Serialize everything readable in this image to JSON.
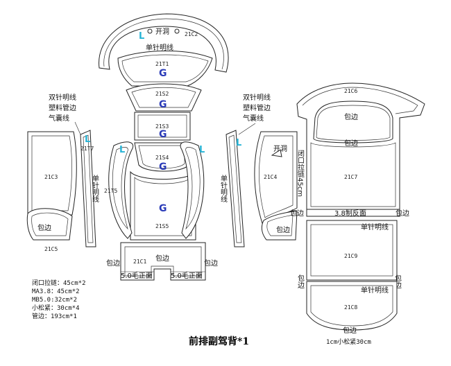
{
  "title": "前排副驾背*1",
  "colors": {
    "mark_g": "#2a3bb8",
    "mark_l": "#27b4d6",
    "line": "#222222"
  },
  "pieces": {
    "c2": {
      "code": "21C2",
      "note_open": "开洞",
      "stitch": "单针明线",
      "mark": "L"
    },
    "t1": {
      "code": "21T1",
      "mark": "G"
    },
    "s2": {
      "code": "21S2",
      "mark": "G"
    },
    "s3": {
      "code": "21S3",
      "mark": "G"
    },
    "s4": {
      "code": "21S4",
      "mark": "G"
    },
    "s5": {
      "code": "21S5",
      "mark": "G"
    },
    "c3": {
      "code": "21C3"
    },
    "c5": {
      "code": "21C5",
      "edge": "包边"
    },
    "t7": {
      "code": "21T7",
      "mark": "L"
    },
    "t5": {
      "code": "21T5",
      "stitch": "单针明线",
      "mark": "L"
    },
    "c4": {
      "code": "21C4",
      "open": "开洞",
      "edge": "包边"
    },
    "t_right": {
      "stitch": "单针明线",
      "mark": "L"
    },
    "c1": {
      "code": "21C1",
      "edge": "包边",
      "edge_left": "包边",
      "edge_right": "包边",
      "hair_left": "5.0毛正面",
      "hair_right": "5.0毛正面"
    },
    "c6": {
      "code": "21C6",
      "edge": "包边"
    },
    "c7": {
      "code": "21C7",
      "edge": "包边",
      "edge_left": "包边",
      "edge_right": "包边",
      "zip": "闭口拉链45cm",
      "reverse": "3.8制反面"
    },
    "c9": {
      "code": "21C9",
      "stitch": "单针明线",
      "edge_left": "包边",
      "edge_right": "包边"
    },
    "c8": {
      "code": "21C8",
      "stitch": "单针明线",
      "edge": "包边",
      "elastic": "1cm小松紧30cm"
    }
  },
  "left_note": [
    "双针明线",
    "塑料管边",
    "气囊线"
  ],
  "right_note": [
    "双针明线",
    "塑料管边",
    "气囊线"
  ],
  "spec_list": [
    "闭口拉链：45cm*2",
    "MA3.8：45cm*2",
    "MB5.0:32cm*2",
    "小松紧：30cm*4",
    "管边：193cm*1"
  ]
}
